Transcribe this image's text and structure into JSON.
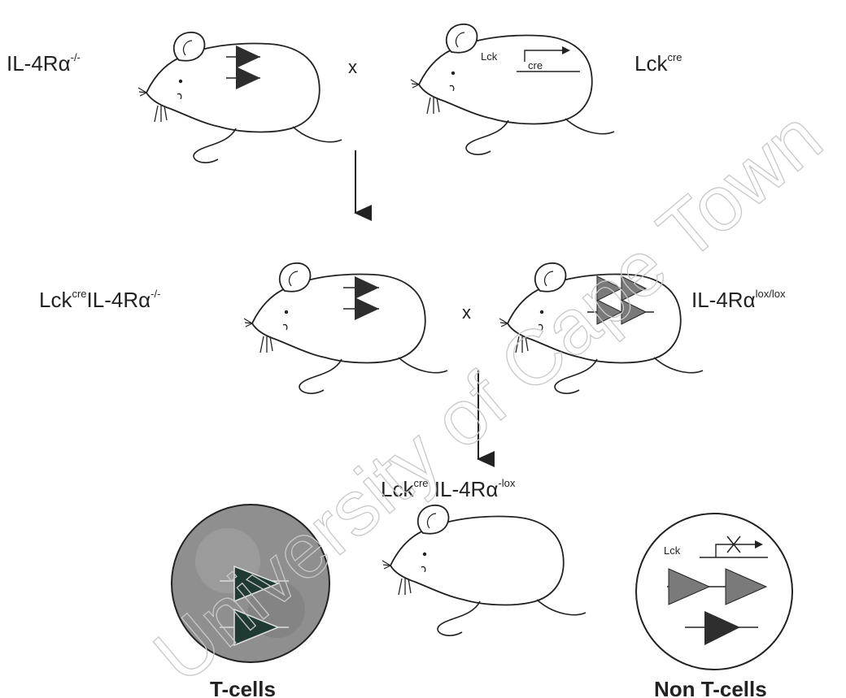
{
  "row1": {
    "left_label": {
      "base": "IL-4R",
      "alpha": "α",
      "sup": "-/-"
    },
    "cross": "x",
    "right_mouse_promoter": "Lck",
    "right_mouse_gene": "cre",
    "right_label": {
      "base": "Lck",
      "sup": "cre"
    }
  },
  "row2": {
    "left_label": {
      "base": "Lck",
      "sup": "cre",
      "rest": "IL-4R",
      "alpha": "α",
      "sup2": "-/-"
    },
    "cross": "x",
    "right_label": {
      "base": "IL-4R",
      "alpha": "α",
      "sup": "lox/lox"
    }
  },
  "row3": {
    "center_label": {
      "base": "Lck",
      "sup": "cre",
      "rest": " IL-4R",
      "alpha": "α",
      "sup2": "-lox"
    },
    "left_circle_label": "T-cells",
    "right_circle_promoter": "Lck",
    "right_circle_label": "Non T-cells"
  },
  "watermark": "University of Cape Town",
  "colors": {
    "ink": "#222222",
    "triangle_dark": "#2e2e2e",
    "triangle_grey": "#7a7a7a",
    "tcell_fill": "#8f8f8f",
    "tcell_triangle": "#1f3a33",
    "watermark": "#c8c8c8"
  }
}
